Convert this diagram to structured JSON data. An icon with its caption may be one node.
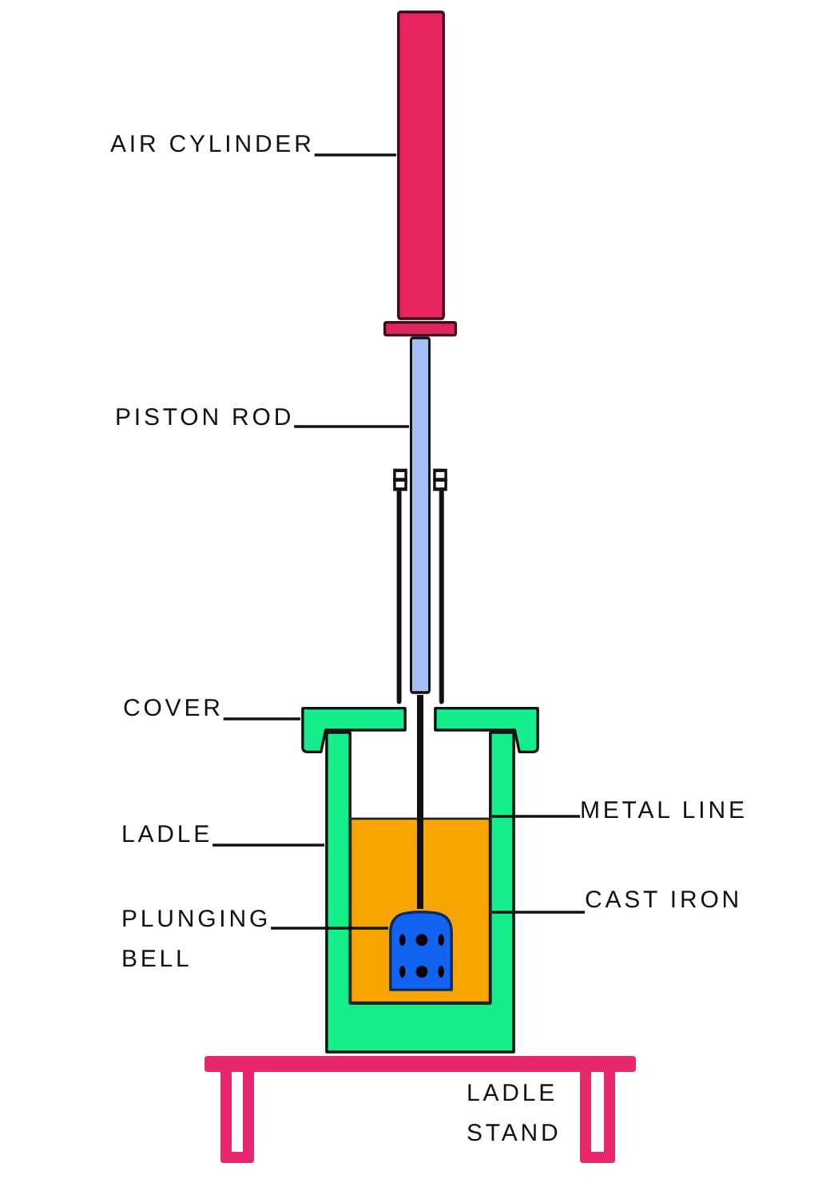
{
  "diagram": {
    "nodes": [
      {
        "text": [
          "AIR CYLINDER"
        ]
      },
      {
        "text": [],
        "shape": "bar"
      },
      {
        "text": [
          "PISTON ROD"
        ]
      },
      {
        "text": [],
        "shape": "bar"
      },
      {
        "text": [],
        "shape": "bar"
      },
      {
        "text": [],
        "shape": "bar"
      },
      {
        "text": [
          "COVER"
        ]
      },
      {
        "text": [],
        "shape": "picture"
      },
      {
        "text": [],
        "shape": "picture"
      },
      {
        "text": [
          "METAL LINE"
        ]
      },
      {
        "text": [
          "LADLE"
        ]
      },
      {
        "text": [],
        "shape": "picture"
      },
      {
        "text": [],
        "shape": "box",
        "in": 11
      },
      {
        "text": [
          "CAST IRON"
        ]
      },
      {
        "text": [
          "PLUNGING BELL"
        ]
      },
      {
        "text": [],
        "shape": "picture",
        "in": 12
      }
    ],
    "edges": [
      {
        "from": 0,
        "to": 1,
        "arrow": "none"
      },
      {
        "from": 2,
        "to": 3,
        "arrow": "none"
      },
      {
        "from": 6,
        "to": 7,
        "arrow": "none"
      },
      {
        "from": 9,
        "to": 12,
        "arrow": "none"
      },
      {
        "from": 10,
        "to": 11,
        "arrow": "none"
      },
      {
        "from": 13,
        "to": 12,
        "arrow": "none"
      },
      {
        "from": 14,
        "to": 15,
        "arrow": "none"
      },
      {
        "from": 3,
        "to": 15,
        "arrow": "none",
        "style": "thick"
      }
    ],
    "labels": [
      "LADLE STAND"
    ]
  }
}
